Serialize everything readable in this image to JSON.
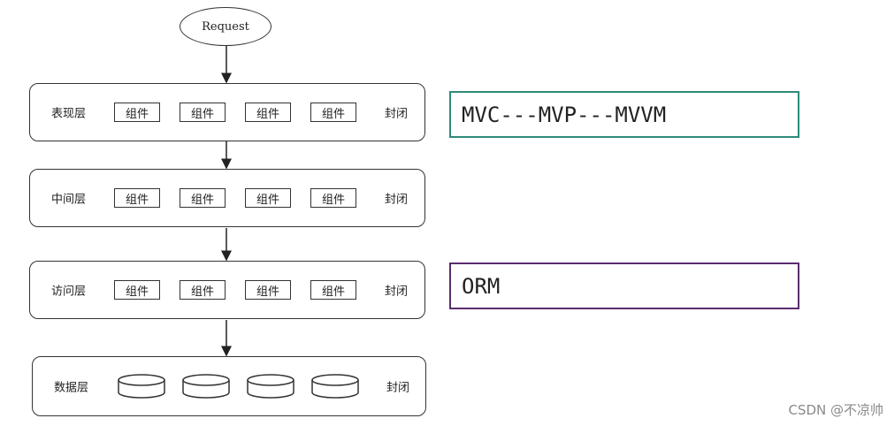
{
  "request": {
    "label": "Request"
  },
  "layers": [
    {
      "label": "表现层",
      "components": [
        "组件",
        "组件",
        "组件",
        "组件"
      ],
      "closed": "封闭"
    },
    {
      "label": "中间层",
      "components": [
        "组件",
        "组件",
        "组件",
        "组件"
      ],
      "closed": "封闭"
    },
    {
      "label": "访问层",
      "components": [
        "组件",
        "组件",
        "组件",
        "组件"
      ],
      "closed": "封闭"
    },
    {
      "label": "数据层",
      "closed": "封闭",
      "database_icons": 4
    }
  ],
  "pattern_boxes": [
    {
      "text": "MVC---MVP---MVVM",
      "border_color": "#2e8b7a"
    },
    {
      "text": "ORM",
      "border_color": "#5a2d6e"
    }
  ],
  "watermark": "CSDN @不凉帅"
}
